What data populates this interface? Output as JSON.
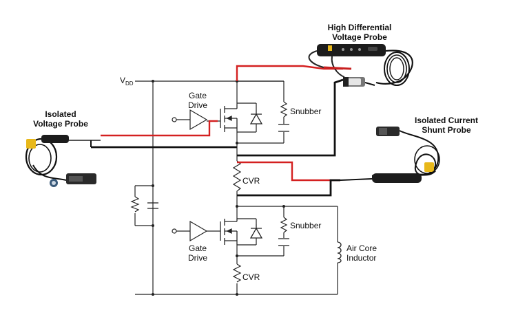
{
  "labels": {
    "vdd_main": "V",
    "vdd_sub": "DD",
    "gate_drive_top": [
      "Gate",
      "Drive"
    ],
    "gate_drive_bottom": [
      "Gate",
      "Drive"
    ],
    "snubber_top": "Snubber",
    "snubber_bottom": "Snubber",
    "cvr_top": "CVR",
    "cvr_bottom": "CVR",
    "air_core_inductor": [
      "Air Core",
      "Inductor"
    ],
    "high_diff_probe": [
      "High Differential",
      "Voltage Probe"
    ],
    "isolated_voltage_probe": [
      "Isolated",
      "Voltage Probe"
    ],
    "isolated_current_probe": [
      "Isolated Current",
      "Shunt Probe"
    ]
  },
  "colors": {
    "wire": "#1a1a1a",
    "probe_lead_red": "#d42020",
    "probe_lead_black": "#111111",
    "component": "#333333",
    "probe_body": "#1c1c1c",
    "probe_accent": "#e8b81a"
  }
}
